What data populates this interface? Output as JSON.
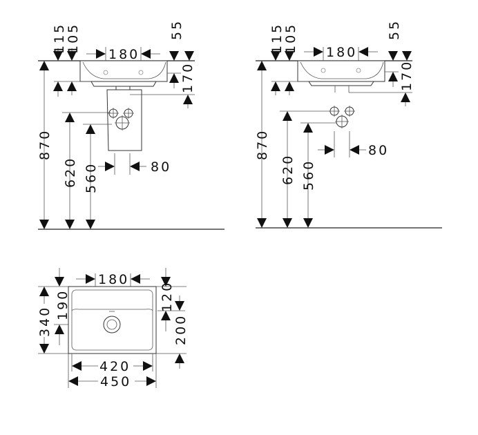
{
  "front_view_pedestal": {
    "dims": {
      "d115": "115",
      "d105": "105",
      "d180": "180",
      "d55": "55",
      "d170": "170",
      "d870": "870",
      "d620": "620",
      "d560": "560",
      "d80": "80"
    }
  },
  "front_view_wall": {
    "dims": {
      "d115": "115",
      "d105": "105",
      "d180": "180",
      "d55": "55",
      "d170": "170",
      "d870": "870",
      "d620": "620",
      "d560": "560",
      "d80": "80"
    }
  },
  "plan_view": {
    "dims": {
      "d180": "180",
      "d340": "340",
      "d190": "190",
      "d120": "120",
      "d200": "200",
      "d420": "420",
      "d450": "450"
    }
  }
}
